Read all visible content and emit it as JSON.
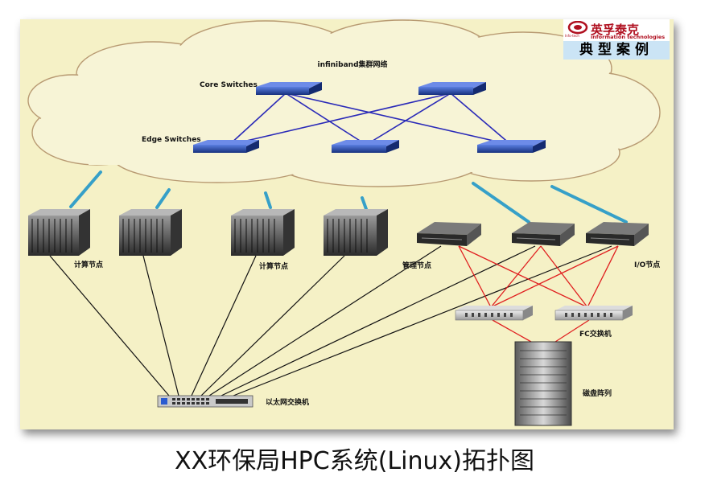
{
  "logo": {
    "brand": "英孚泰克",
    "subtitle": "information technologies",
    "tiny": "Info-tech",
    "band": "典型案例"
  },
  "labels": {
    "infiniband": "infiniband集群网络",
    "core_switches": "Core Switches",
    "edge_switches": "Edge Switches",
    "compute_left": "计算节点",
    "compute_right": "计算节点",
    "mgmt": "管理节点",
    "io": "I/O节点",
    "fc_switch": "FC交换机",
    "disk_array": "磁盘阵列",
    "ethernet_switch": "以太网交换机"
  },
  "caption": "XX环保局HPC系统(Linux)拓扑图",
  "colors": {
    "panel": "#f5f1c6",
    "infiniband_link": "#2a2ab8",
    "uplink": "#36a0c8",
    "fc_link": "#e02020",
    "ethernet_link": "#111111",
    "switch_body": "#1f3f9a"
  }
}
